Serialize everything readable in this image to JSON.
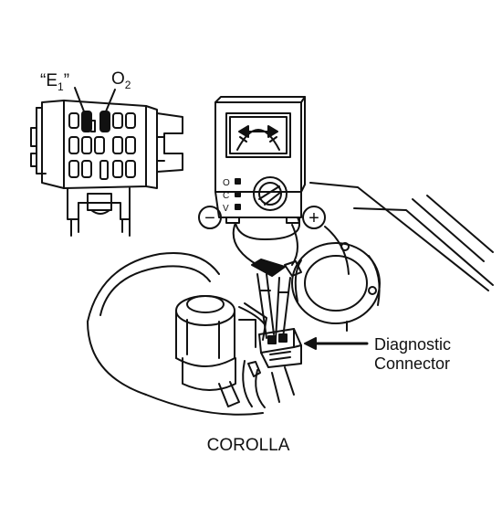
{
  "labels": {
    "e1_terminal": "“E",
    "e1_subscript": "1",
    "e1_close_quote": "”",
    "o2_terminal": "O",
    "o2_subscript": "2",
    "diagnostic_line1": "Diagnostic",
    "diagnostic_line2": "Connector",
    "model_caption": "COROLLA",
    "meter_minus": "−",
    "meter_plus": "+",
    "meter_scale_o": "O",
    "meter_scale_c": "C",
    "meter_scale_v": "V"
  },
  "colors": {
    "ink": "#111111",
    "paper": "#ffffff"
  }
}
